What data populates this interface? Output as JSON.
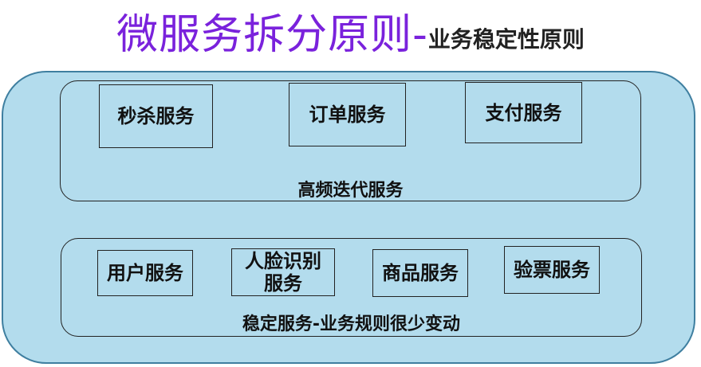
{
  "title": {
    "main": "微服务拆分原则-",
    "sub": "业务稳定性原则"
  },
  "groups": {
    "top": {
      "label": "高频迭代服务",
      "services": [
        "秒杀服务",
        "订单服务",
        "支付服务"
      ]
    },
    "bottom": {
      "label": "稳定服务-业务规则很少变动",
      "services": [
        "用户服务",
        "人脸识别服务",
        "商品服务",
        "验票服务"
      ]
    }
  }
}
